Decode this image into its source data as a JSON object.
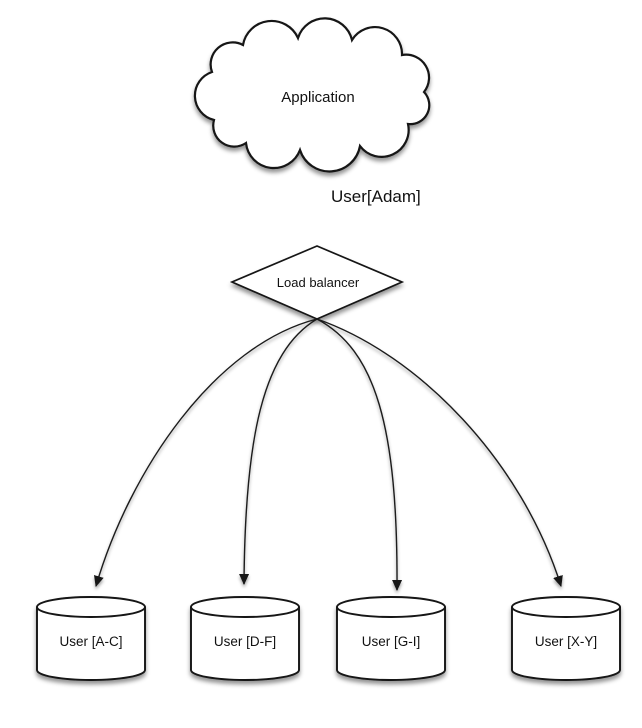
{
  "diagram": {
    "background_color": "#ffffff",
    "node_fill_color": "#ffffff",
    "stroke_color": "#131313",
    "application": {
      "label": "Application",
      "shape": "cloud"
    },
    "request_edge": {
      "label": "User[Adam]"
    },
    "load_balancer": {
      "label": "Load balancer",
      "shape": "diamond"
    },
    "shards": [
      {
        "label": "User [A-C]",
        "shape": "cylinder"
      },
      {
        "label": "User [D-F]",
        "shape": "cylinder"
      },
      {
        "label": "User [G-I]",
        "shape": "cylinder"
      },
      {
        "label": "User [X-Y]",
        "shape": "cylinder"
      }
    ]
  }
}
